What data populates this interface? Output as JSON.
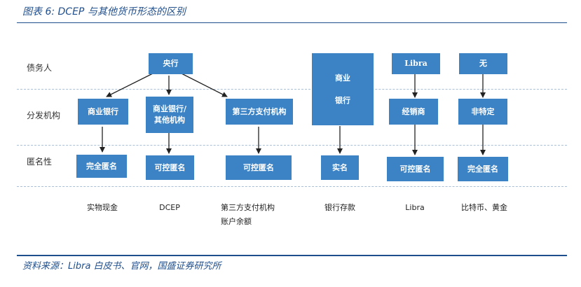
{
  "title": "图表 6:  DCEP 与其他货币形态的区别",
  "row_labels": {
    "debtor": "债务人",
    "issuer": "分发机构",
    "anonymity": "匿名性"
  },
  "nodes": {
    "central_bank": "央行",
    "commercial_bank": "商业银行",
    "commercial_bank_other": "商业银行/\n其他机构",
    "third_party": "第三方支付机构",
    "commercial_bank_tall": "商业\n\n银行",
    "libra": "Libra",
    "distributor": "经销商",
    "none": "无",
    "non_specific": "非特定",
    "full_anon_1": "完全匿名",
    "controllable_anon_1": "可控匿名",
    "controllable_anon_2": "可控匿名",
    "real_name": "实名",
    "controllable_anon_3": "可控匿名",
    "full_anon_2": "完全匿名"
  },
  "columns": {
    "cash": "实物现金",
    "dcep": "DCEP",
    "third_party_balance": "第三方支付机构\n账户余额",
    "bank_deposit": "银行存款",
    "libra": "Libra",
    "bitcoin_gold": "比特币、黄金"
  },
  "source": "资料来源：Libra 白皮书、官网，国盛证券研究所",
  "colors": {
    "box": "#3c83c5",
    "accent": "#1f4e8c",
    "dash": "#a9bfd6"
  }
}
